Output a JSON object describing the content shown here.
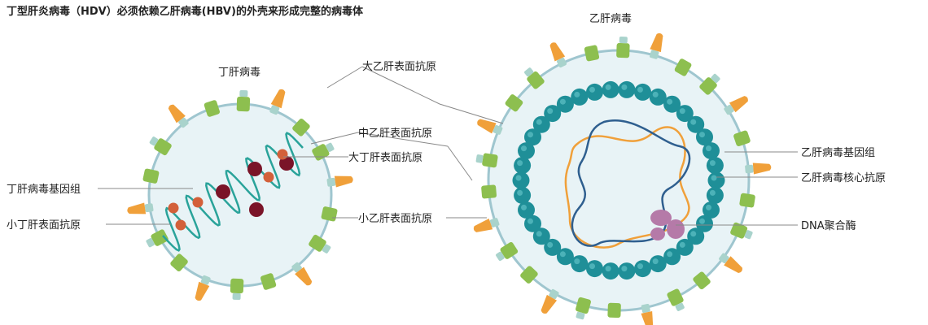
{
  "title": "丁型肝炎病毒（HDV）必须依赖乙肝病毒(HBV)的外壳来形成完整的病毒体",
  "hdv": {
    "name": "丁肝病毒",
    "genome_label": "丁肝病毒基因组",
    "small_antigen_label": "小丁肝表面抗原",
    "large_antigen_label": "大丁肝表面抗原"
  },
  "hbv": {
    "name": "乙肝病毒",
    "large_surface_label": "大乙肝表面抗原",
    "middle_surface_label": "中乙肝表面抗原",
    "small_surface_label": "小乙肝表面抗原",
    "genome_label": "乙肝病毒基因组",
    "core_label": "乙肝病毒核心抗原",
    "polymerase_label": "DNA聚合酶"
  },
  "colors": {
    "envelope_fill": "#e8f3f6",
    "envelope_stroke": "#9fc6cf",
    "green_protein": "#8dbf4f",
    "orange_protein": "#f0a03a",
    "teal_stalk": "#a9d3cc",
    "core_bead": "#1f8f98",
    "hdv_genome": "#2aa39a",
    "large_delta": "#7a1428",
    "small_delta": "#d3603a",
    "hbv_dna_blue": "#2f5f8f",
    "hbv_dna_orange": "#f0a03a",
    "polymerase": "#b57aa8"
  }
}
